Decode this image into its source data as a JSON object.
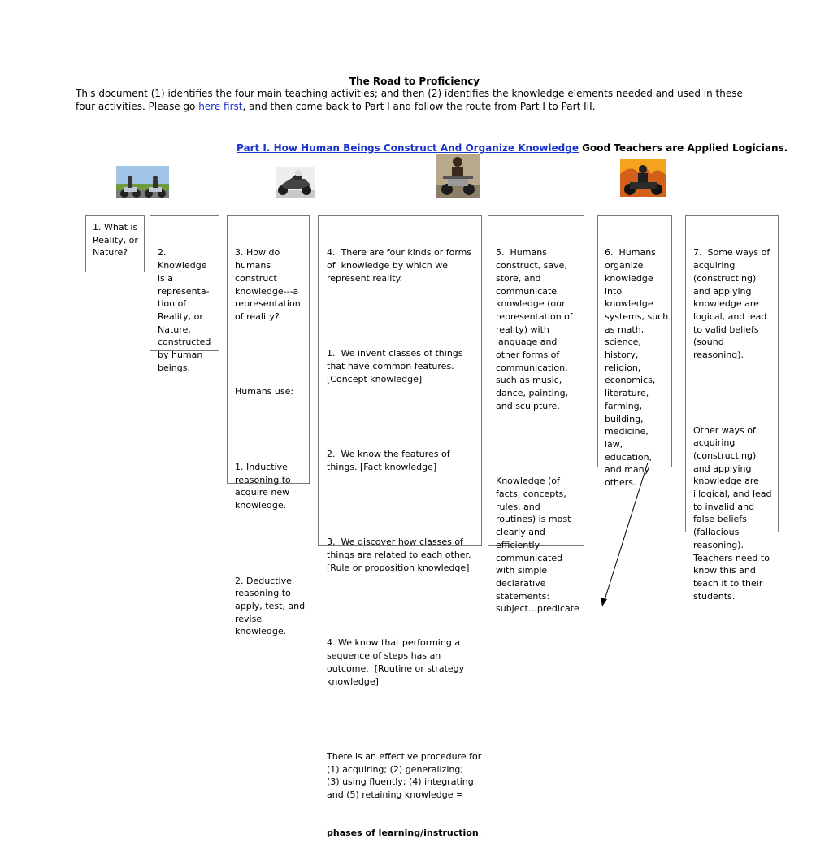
{
  "title": "The Road to Proficiency",
  "intro": {
    "text_before": "This document (1) identifies the four main teaching activities; and then (2) identifies the knowledge elements needed and used in these four activities. Please go ",
    "link": "here first",
    "text_after": ", and then come back to Part I and follow the route from Part I to Part III."
  },
  "part_heading": {
    "link": "Part I.  How Human Beings Construct And Organize Knowledge",
    "text": " Good Teachers are Applied Logicians."
  },
  "images": [
    "motorcycle-riders-photo",
    "racing-motorcycle-photo",
    "motorcycle-rider-photo",
    "motorcycle-rider-flames-photo"
  ],
  "boxes": {
    "b1": {
      "lines": [
        "1. What is",
        "Reality, or",
        "Nature?"
      ]
    },
    "b2": {
      "lines": [
        "2.",
        "Knowledge",
        "is a",
        "representa-",
        "tion of",
        "Reality, or",
        "Nature,",
        "constructed",
        "by human",
        "beings."
      ]
    },
    "b3": {
      "p1": [
        "3. How do",
        "humans",
        "construct",
        "knowledge---a",
        "representation",
        "of reality?"
      ],
      "p2": [
        "Humans use:"
      ],
      "p3": [
        "1. Inductive",
        "reasoning to",
        "acquire new",
        "knowledge."
      ],
      "p4": [
        "2. Deductive",
        "reasoning to",
        "apply, test, and",
        "revise",
        "knowledge."
      ]
    },
    "b4": {
      "p1": [
        "4.  There are four kinds or forms",
        "of  knowledge by which we",
        "represent reality."
      ],
      "p2": [
        "1.  We invent classes of things",
        "that have common features.",
        "[Concept knowledge]"
      ],
      "p3": [
        "2.  We know the features of",
        "things. [Fact knowledge]"
      ],
      "p4": [
        "3.  We discover how classes of",
        "things are related to each other.",
        "[Rule or proposition knowledge]"
      ],
      "p5": [
        "4. We know that performing a",
        "sequence of steps has an",
        "outcome.  [Routine or strategy",
        "knowledge]"
      ],
      "p6": [
        "There is an effective procedure for",
        "(1) acquiring; (2) generalizing;",
        "(3) using fluently; (4) integrating;",
        "and (5) retaining knowledge ="
      ],
      "p6_bold": "phases of learning/instruction",
      "p6_end": "."
    },
    "b5": {
      "p1": [
        "5.  Humans",
        "construct, save,",
        "store, and",
        "communicate",
        "knowledge (our",
        "representation of",
        "reality) with",
        "language and",
        "other forms of",
        "communication,",
        "such as music,",
        "dance, painting,",
        "and sculpture."
      ],
      "p2": [
        "Knowledge (of",
        "facts, concepts,",
        "rules, and",
        "routines) is most",
        "clearly and",
        "efficiently",
        "communicated",
        "with simple",
        "declarative",
        "statements:",
        "subject…predicate"
      ]
    },
    "b6": {
      "lines": [
        "6.  Humans",
        "organize",
        "knowledge",
        "into",
        "knowledge",
        "systems, such",
        "as math,",
        "science,",
        "history,",
        "religion,",
        "economics,",
        "literature,",
        "farming,",
        "building,",
        "medicine,",
        "law,",
        "education,",
        "and many",
        "others."
      ]
    },
    "b7": {
      "p1": [
        "7.  Some ways of",
        "acquiring",
        "(constructing)",
        "and applying",
        "knowledge are",
        "logical, and lead",
        "to valid beliefs",
        "(sound",
        "reasoning)."
      ],
      "p2": [
        "Other ways of",
        "acquiring",
        "(constructing)",
        "and applying",
        "knowledge are",
        "illogical, and lead",
        "to invalid and",
        "false beliefs",
        "(fallacious",
        "reasoning).",
        "Teachers need to",
        "know this and",
        "teach it to their",
        "students."
      ]
    }
  }
}
